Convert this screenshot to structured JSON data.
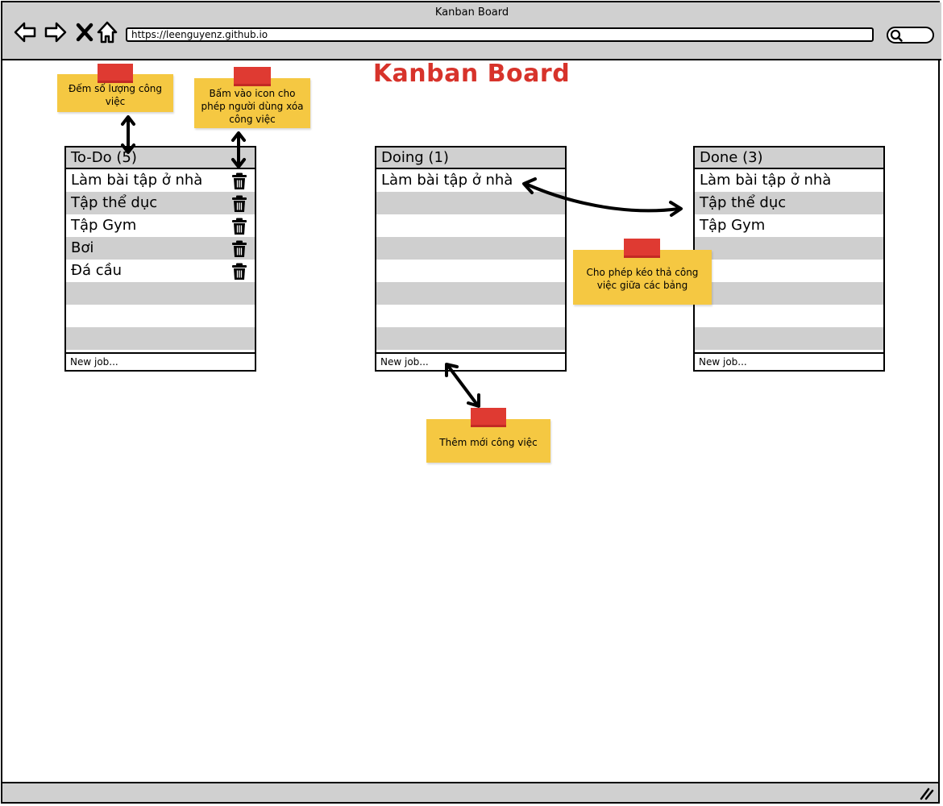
{
  "window": {
    "title": "Kanban Board",
    "url": "https://leenguyenz.github.io"
  },
  "nav_icons": [
    "back-arrow-icon",
    "forward-arrow-icon",
    "close-icon",
    "home-icon",
    "search-icon",
    "resize-grip-icon"
  ],
  "page": {
    "title": "Kanban Board",
    "title_color": "#d7332b"
  },
  "columns": [
    {
      "header": "To-Do (5)",
      "items": [
        "Làm bài tập ở nhà",
        "Tập thể dục",
        "Tập Gym",
        "Bơi",
        "Đá cầu"
      ],
      "has_delete_icons": true,
      "new_job_placeholder": "New job..."
    },
    {
      "header": "Doing (1)",
      "items": [
        "Làm bài tập ở nhà"
      ],
      "has_delete_icons": false,
      "new_job_placeholder": "New job..."
    },
    {
      "header": "Done (3)",
      "items": [
        "Làm bài tập ở nhà",
        "Tập thể dục",
        "Tập Gym"
      ],
      "has_delete_icons": false,
      "new_job_placeholder": "New job..."
    }
  ],
  "notes": [
    {
      "text": "Đếm số lượng công việc"
    },
    {
      "text": "Bấm vào icon cho phép người dùng xóa công việc"
    },
    {
      "text": "Cho phép kéo thả công việc giữa các bảng"
    },
    {
      "text": "Thêm mới công việc"
    }
  ],
  "colors": {
    "note": "#f5c842",
    "tape": "#df3a32",
    "chrome": "#d0d0d0",
    "row_alt": "#cfcfcf"
  }
}
